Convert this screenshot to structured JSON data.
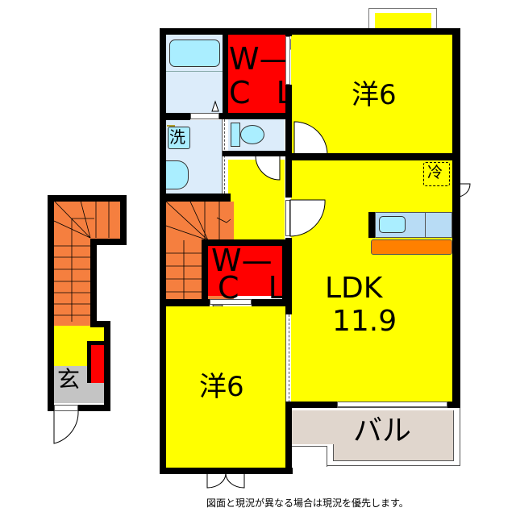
{
  "floorplan": {
    "rooms": [
      {
        "id": "western-room-north",
        "label": "洋6",
        "type": "Western-style room",
        "size_jo": 6
      },
      {
        "id": "walk-in-closet-north",
        "label_line1": "W—",
        "label_line2": "C L",
        "type": "Walk-in closet"
      },
      {
        "id": "bathroom",
        "type": "Bath"
      },
      {
        "id": "washroom",
        "label": "洗",
        "type": "Washroom / laundry"
      },
      {
        "id": "toilet",
        "type": "Toilet"
      },
      {
        "id": "ldk",
        "label_line1": "LDK",
        "label_line2": "11.9",
        "type": "Living Dining Kitchen",
        "size_jo": 11.9
      },
      {
        "id": "refrigerator",
        "label": "冷",
        "type": "Refrigerator space"
      },
      {
        "id": "walk-in-closet-south",
        "label_line1": "W—",
        "label_line2": "C L",
        "type": "Walk-in closet"
      },
      {
        "id": "western-room-south",
        "label": "洋6",
        "type": "Western-style room",
        "size_jo": 6
      },
      {
        "id": "balcony",
        "label": "バル",
        "type": "Balcony"
      },
      {
        "id": "entrance",
        "label": "玄",
        "type": "Entrance"
      },
      {
        "id": "stairs-main",
        "type": "Staircase"
      },
      {
        "id": "stairs-ground",
        "type": "Staircase (ground floor)"
      }
    ],
    "colors": {
      "room_yellow": "#ffff00",
      "closet_red": "#ff0000",
      "wet_area_blue": "#dcecfa",
      "fixture_blue": "#aaeeff",
      "stairs_orange": "#f57f3f",
      "kitchen_counter": "#ff8000",
      "entrance_gray": "#c4c4c4",
      "balcony_beige": "#e0d6cd",
      "wall": "#000000"
    }
  },
  "footer": {
    "disclaimer": "図面と現況が異なる場合は現況を優先します。"
  }
}
